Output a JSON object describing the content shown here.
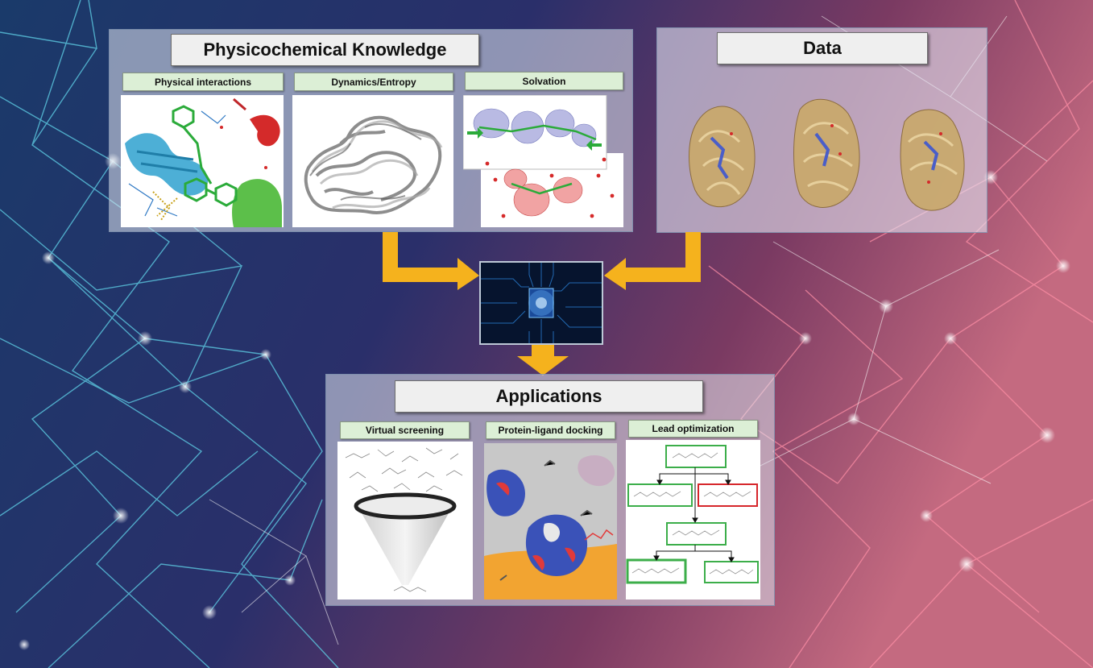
{
  "knowledge": {
    "title": "Physicochemical Knowledge",
    "items": [
      {
        "label": "Physical interactions"
      },
      {
        "label": "Dynamics/Entropy"
      },
      {
        "label": "Solvation"
      }
    ]
  },
  "data_panel": {
    "title": "Data"
  },
  "applications": {
    "title": "Applications",
    "items": [
      {
        "label": "Virtual screening"
      },
      {
        "label": "Protein-ligand docking"
      },
      {
        "label": "Lead optimization"
      }
    ]
  },
  "colors": {
    "arrow": "#f5b21d",
    "label_fill": "#dcefd6",
    "good_border": "#3cae4a",
    "bad_border": "#d6262b"
  }
}
